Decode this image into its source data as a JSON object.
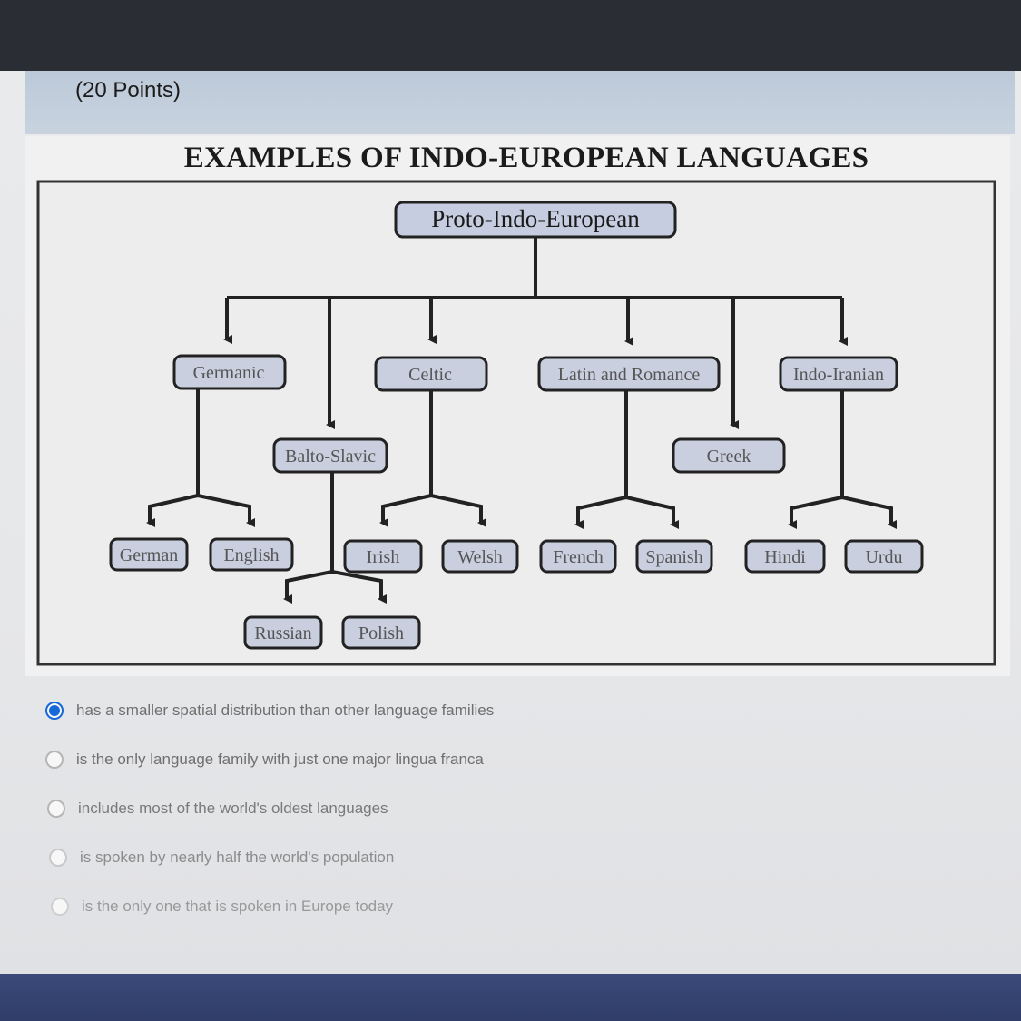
{
  "question": {
    "points": "(20 Points)"
  },
  "diagram": {
    "title": "EXAMPLES OF INDO-EUROPEAN LANGUAGES",
    "root": "Proto-Indo-European",
    "germanic": "Germanic",
    "celtic": "Celtic",
    "latin": "Latin and Romance",
    "indo_iranian": "Indo-Iranian",
    "balto_slavic": "Balto-Slavic",
    "greek": "Greek",
    "german": "German",
    "english": "English",
    "irish": "Irish",
    "welsh": "Welsh",
    "french": "French",
    "spanish": "Spanish",
    "hindi": "Hindi",
    "urdu": "Urdu",
    "russian": "Russian",
    "polish": "Polish"
  },
  "options": [
    {
      "label": "has a smaller spatial distribution than other language families",
      "selected": true
    },
    {
      "label": "is the only language family with just one major lingua franca",
      "selected": false
    },
    {
      "label": "includes most of the world's oldest languages",
      "selected": false
    },
    {
      "label": "is spoken by nearly half the world's population",
      "selected": false
    },
    {
      "label": "is the only one that is spoken in Europe today",
      "selected": false
    }
  ],
  "colors": {
    "accent": "#1668d8",
    "node_fill": "#c9cfdf",
    "line": "#222222"
  }
}
